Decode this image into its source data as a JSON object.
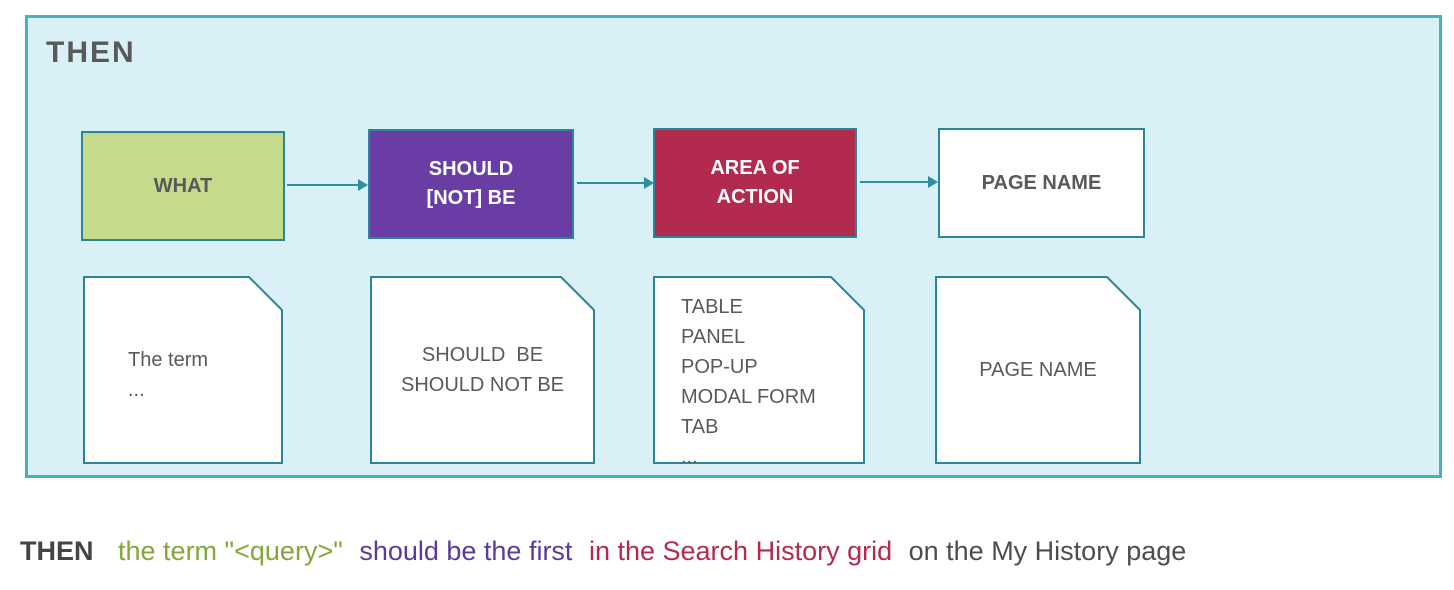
{
  "diagram": {
    "title": "THEN",
    "flow_boxes": [
      {
        "name": "what",
        "lines": [
          "WHAT"
        ],
        "fill": "#c6da8c",
        "text_color": "#595959"
      },
      {
        "name": "should-not-be",
        "lines": [
          "SHOULD",
          "[NOT] BE"
        ],
        "fill": "#6a3da4",
        "text_color": "#ffffff"
      },
      {
        "name": "area-of-action",
        "lines": [
          "AREA OF",
          "ACTION"
        ],
        "fill": "#b22a4e",
        "text_color": "#ffffff"
      },
      {
        "name": "page-name",
        "lines": [
          "PAGE NAME"
        ],
        "fill": "#ffffff",
        "text_color": "#595959"
      }
    ],
    "notes": [
      {
        "name": "what-note",
        "align": "left",
        "lines": [
          "The term",
          "..."
        ]
      },
      {
        "name": "should-note",
        "align": "center",
        "lines": [
          "SHOULD  BE",
          "SHOULD NOT BE"
        ]
      },
      {
        "name": "area-note",
        "align": "left",
        "lines": [
          "TABLE",
          "PANEL",
          "POP-UP",
          "MODAL FORM",
          "TAB",
          "..."
        ]
      },
      {
        "name": "page-note",
        "align": "center",
        "lines": [
          "PAGE NAME"
        ]
      }
    ]
  },
  "example_sentence": {
    "segments": [
      {
        "text": "THEN",
        "color": "#454545",
        "bold": true
      },
      {
        "text": "the term \"<query>\"",
        "color": "#83a73b",
        "bold": false
      },
      {
        "text": "should be the first",
        "color": "#5b3a9e",
        "bold": false
      },
      {
        "text": "in the Search History grid",
        "color": "#b5294e",
        "bold": false
      },
      {
        "text": "on the My History page",
        "color": "#4d4d4d",
        "bold": false
      }
    ]
  },
  "colors": {
    "panel_background": "#d9f0f6",
    "panel_border": "#4aafbf",
    "shape_border": "#2a8598",
    "arrow": "#2d8fa0",
    "text_gray": "#595959"
  }
}
